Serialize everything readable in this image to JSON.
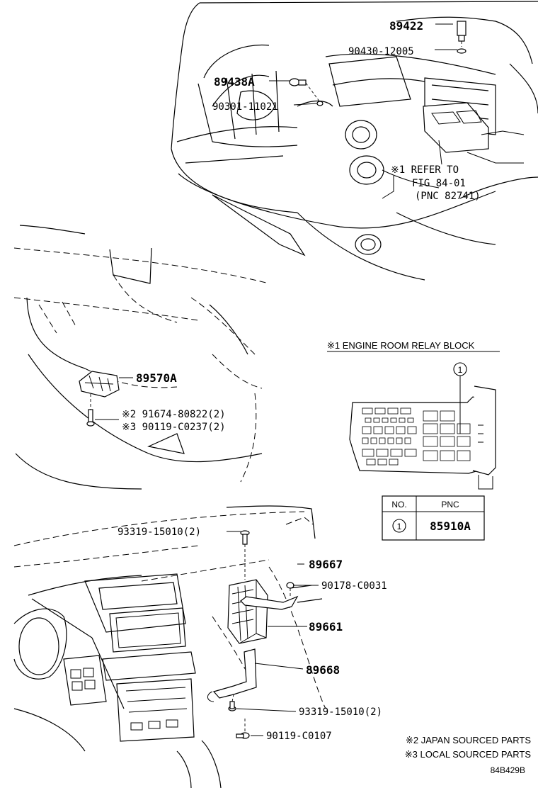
{
  "diagram": {
    "code": "84B429B",
    "callouts": {
      "p89422": "89422",
      "p90430": "90430-12005",
      "p89438A": "89438A",
      "p90301": "90301-11021",
      "refer_l1": "※1 REFER TO",
      "refer_l2": "FIG 84-01",
      "refer_l3": "(PNC 82741)",
      "p89570A": "89570A",
      "p91674": "※2 91674-80822(2)",
      "p90119_c0237": "※3 90119-C0237(2)",
      "p93319_top": "93319-15010(2)",
      "p89667": "89667",
      "p90178": "90178-C0031",
      "p89661": "89661",
      "p89668": "89668",
      "p93319_bot": "93319-15010(2)",
      "p90119_c0107": "90119-C0107"
    },
    "relay_block": {
      "title": "※1  ENGINE ROOM RELAY BLOCK",
      "marker": "1"
    },
    "table": {
      "header_no": "NO.",
      "header_pnc": "PNC",
      "row_no": "1",
      "row_pnc": "85910A"
    },
    "notes": {
      "japan": "※2 JAPAN SOURCED PARTS",
      "local": "※3 LOCAL SOURCED PARTS"
    }
  }
}
